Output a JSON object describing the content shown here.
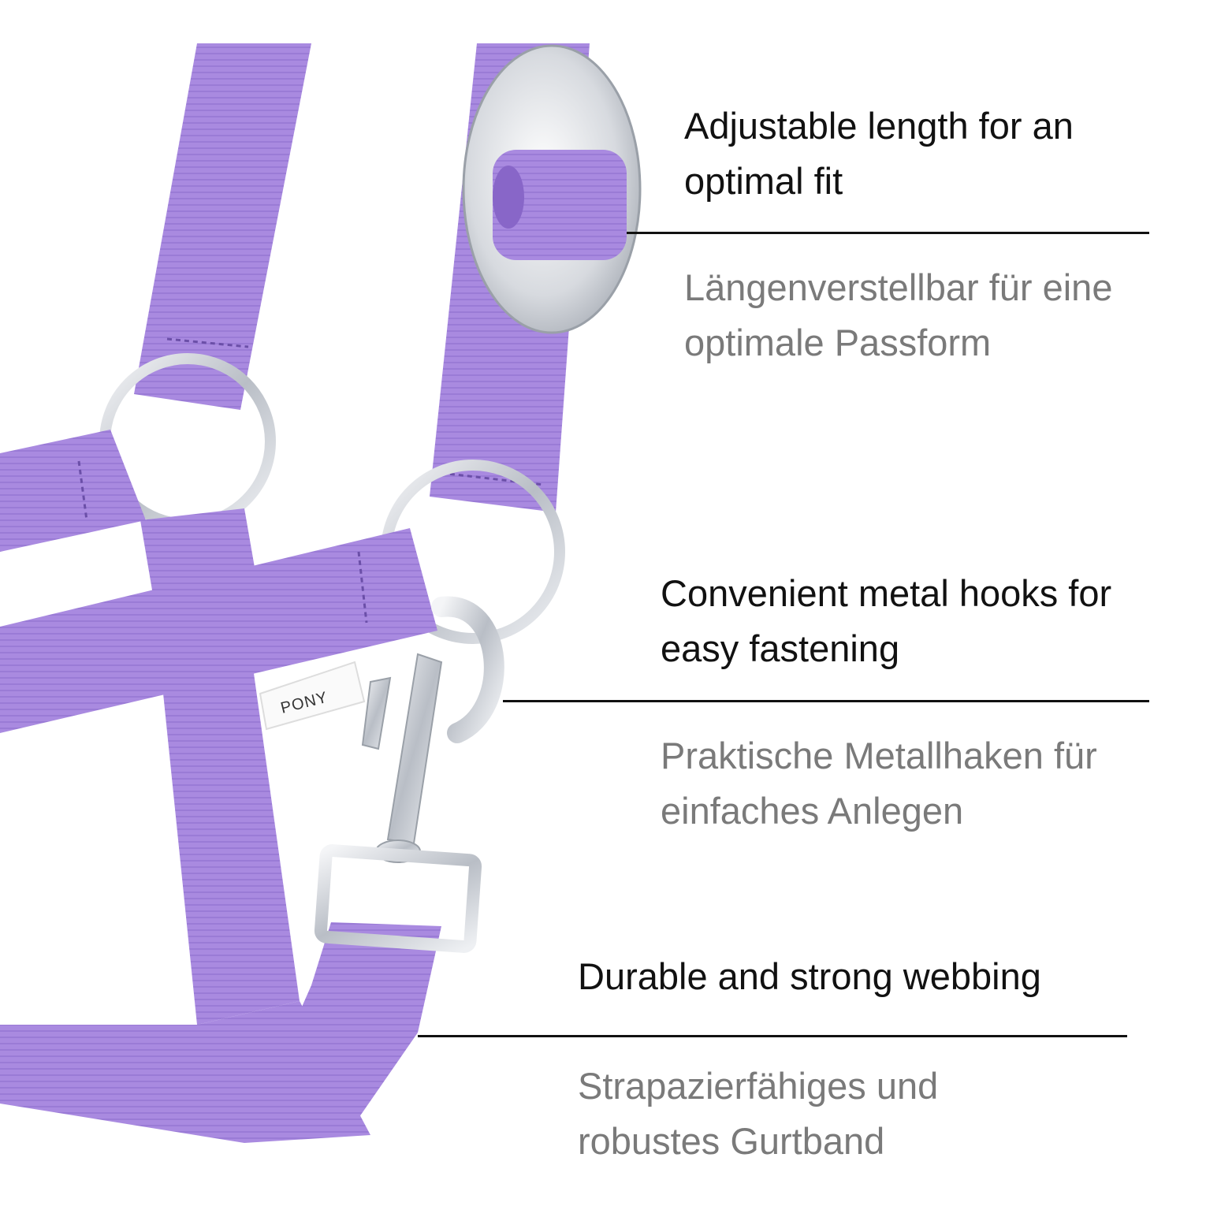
{
  "product_tag": "PONY",
  "colors": {
    "webbing": "#a98ae0",
    "webbing_dark": "#8e6ccc",
    "metal": "#c8ccd2",
    "heading": "#111111",
    "subtext": "#7a7a7a"
  },
  "features": [
    {
      "en": "Adjustable length for an optimal fit",
      "de": "Längenverstellbar für eine optimale Passform"
    },
    {
      "en": "Convenient metal hooks for easy fastening",
      "de": "Praktische Metallhaken für einfaches Anlegen"
    },
    {
      "en": "Durable and strong webbing",
      "de": "Strapazierfähiges und robustes Gurtband"
    }
  ]
}
